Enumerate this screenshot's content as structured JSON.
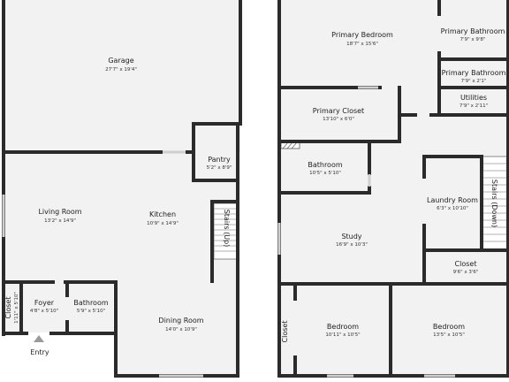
{
  "rooms": {
    "garage": {
      "name": "Garage",
      "dim": "27'7\" x 19'4\""
    },
    "pantry": {
      "name": "Pantry",
      "dim": "5'2\" x 8'9\""
    },
    "living": {
      "name": "Living Room",
      "dim": "13'2\" x 14'9\""
    },
    "kitchen": {
      "name": "Kitchen",
      "dim": "10'9\" x 14'9\""
    },
    "stairs_up": {
      "name": "Stairs (Up)"
    },
    "closet1": {
      "name": "Closet",
      "dim": "1'11\" x 5'10\""
    },
    "foyer": {
      "name": "Foyer",
      "dim": "4'8\" x 5'10\""
    },
    "bath1": {
      "name": "Bathroom",
      "dim": "5'9\" x 5'10\""
    },
    "dining": {
      "name": "Dining Room",
      "dim": "14'0\" x 10'9\""
    },
    "entry": {
      "name": "Entry"
    },
    "primary_bed": {
      "name": "Primary Bedroom",
      "dim": "18'7\" x 15'6\""
    },
    "primary_bath": {
      "name": "Primary Bathroom",
      "dim": "7'9\" x 9'8\""
    },
    "primary_bath2": {
      "name": "Primary Bathroom",
      "dim": "7'9\" x 2'1\""
    },
    "utilities": {
      "name": "Utilities",
      "dim": "7'9\" x 2'11\""
    },
    "primary_closet": {
      "name": "Primary Closet",
      "dim": "13'10\" x 6'0\""
    },
    "bath2": {
      "name": "Bathroom",
      "dim": "10'5\" x 5'10\""
    },
    "laundry": {
      "name": "Laundry Room",
      "dim": "6'3\" x 10'10\""
    },
    "stairs_down": {
      "name": "Stairs (Down)"
    },
    "study": {
      "name": "Study",
      "dim": "16'9\" x 10'3\""
    },
    "closet2": {
      "name": "Closet",
      "dim": "9'6\" x 3'6\""
    },
    "closet3": {
      "name": "Closet"
    },
    "bed1": {
      "name": "Bedroom",
      "dim": "10'11\" x 10'5\""
    },
    "bed2": {
      "name": "Bedroom",
      "dim": "13'5\" x 10'5\""
    }
  }
}
